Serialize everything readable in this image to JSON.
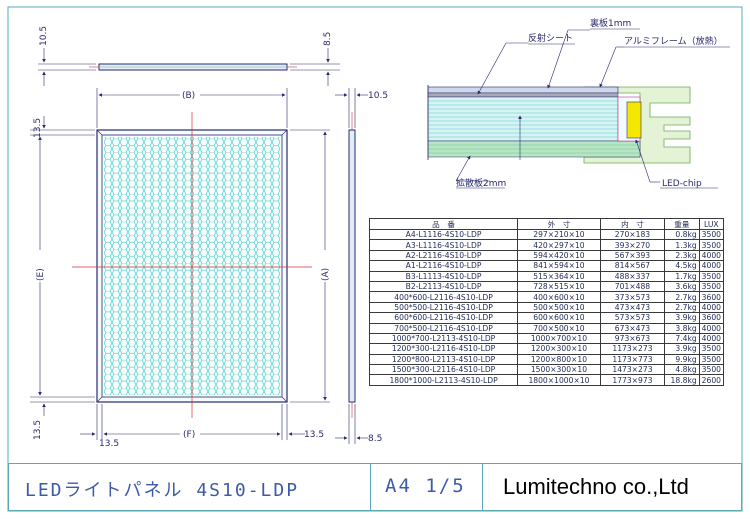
{
  "dimensions": {
    "top_left_margin": "10.5",
    "top_right_margin": "8.5",
    "width_B": "(B)",
    "side_depth": "10.5",
    "left_top_margin": "13.5",
    "height_E": "(E)",
    "height_A": "(A)",
    "left_bottom_margin": "13.5",
    "bottom_left_margin": "13.5",
    "width_F": "(F)",
    "bottom_right_margin": "13.5",
    "side_bottom": "8.5"
  },
  "cross_section": {
    "back_plate": "裏板1mm",
    "reflect_sheet": "反射シート",
    "aluminum_frame": "アルミフレーム（放熱）",
    "diffuser": "拡散板2mm",
    "led_chip": "LED-chip"
  },
  "spec_table": {
    "headers": [
      "品　番",
      "外　寸",
      "内　寸",
      "重量",
      "LUX"
    ],
    "rows": [
      [
        "A4-L1116-4S10-LDP",
        "297×210×10",
        "270×183",
        "0.8kg",
        "3500"
      ],
      [
        "A3-L1116-4S10-LDP",
        "420×297×10",
        "393×270",
        "1.3kg",
        "3500"
      ],
      [
        "A2-L2116-4S10-LDP",
        "594×420×10",
        "567×393",
        "2.3kg",
        "4000"
      ],
      [
        "A1-L2116-4S10-LDP",
        "841×594×10",
        "814×567",
        "4.5kg",
        "4000"
      ],
      [
        "B3-L1113-4S10-LDP",
        "515×364×10",
        "488×337",
        "1.7kg",
        "3500"
      ],
      [
        "B2-L2113-4S10-LDP",
        "728×515×10",
        "701×488",
        "3.6kg",
        "3500"
      ],
      [
        "400*600-L2116-4S10-LDP",
        "400×600×10",
        "373×573",
        "2.7kg",
        "3600"
      ],
      [
        "500*500-L2116-4S10-LDP",
        "500×500×10",
        "473×473",
        "2.7kg",
        "4000"
      ],
      [
        "600*600-L2116-4S10-LDP",
        "600×600×10",
        "573×573",
        "3.9kg",
        "3600"
      ],
      [
        "700*500-L2116-4S10-LDP",
        "700×500×10",
        "673×473",
        "3.8kg",
        "4000"
      ],
      [
        "1000*700-L2113-4S10-LDP",
        "1000×700×10",
        "973×673",
        "7.4kg",
        "4000"
      ],
      [
        "1200*300-L2116-4S10-LDP",
        "1200×300×10",
        "1173×273",
        "3.9kg",
        "3500"
      ],
      [
        "1200*800-L2113-4S10-LDP",
        "1200×800×10",
        "1173×773",
        "9.9kg",
        "3500"
      ],
      [
        "1500*300-L2116-4S10-LDP",
        "1500×300×10",
        "1473×273",
        "4.8kg",
        "3500"
      ],
      [
        "1800*1000-L2113-4S10-LDP",
        "1800×1000×10",
        "1773×973",
        "18.8kg",
        "2600"
      ]
    ]
  },
  "title_block": {
    "name": "LEDライトパネル 4S10-LDP",
    "sheet": "A4 1/5",
    "company": "Lumitechno co.,Ltd"
  },
  "colors": {
    "outline": "#2a2a6e",
    "hex_pattern": "#30c8c8",
    "center_line": "#d03030",
    "led_chip": "#f5e800",
    "diffuser_green": "#80c8a0",
    "frame_green": "#9ccf7c"
  }
}
